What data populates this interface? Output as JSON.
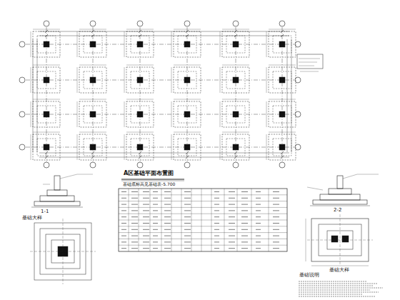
{
  "diagram": {
    "title": "A区基础平面布置图",
    "labels": [
      "基础底标高见基础表-5.700",
      "1-1",
      "基础大样",
      "2-2",
      "基础大样",
      "基础说明"
    ]
  }
}
